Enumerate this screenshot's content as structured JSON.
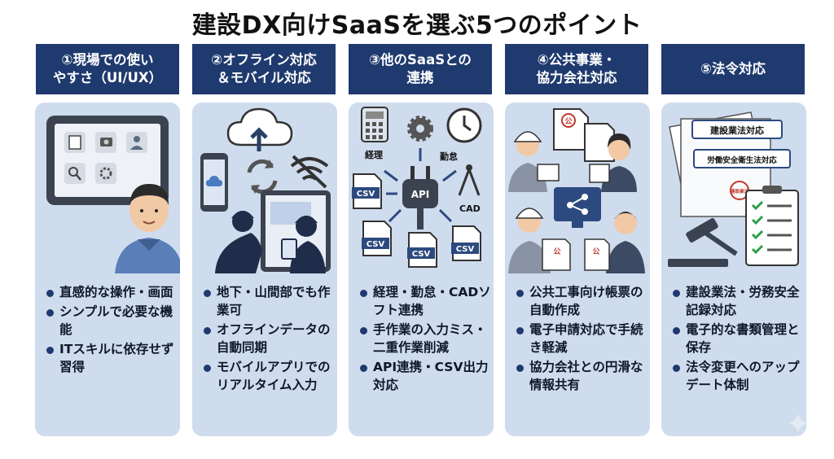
{
  "title": "建設DX向けSaaSを選ぶ5つのポイント",
  "columns": [
    {
      "header": "①現場での使い\nやすさ（UI/UX）",
      "bullets": [
        "直感的な操作・画面",
        "シンプルで必要な機能",
        "ITスキルに依存せず習得"
      ]
    },
    {
      "header": "②オフライン対応\n＆モバイル対応",
      "bullets": [
        "地下・山間部でも作業可",
        "オフラインデータの自動同期",
        "モバイルアプリでのリアルタイム入力"
      ]
    },
    {
      "header": "③他のSaaSとの\n連携",
      "bullets": [
        "経理・勤怠・CADソフト連携",
        "手作業の入力ミス・二重作業削減",
        "API連携・CSV出力対応"
      ],
      "illus_labels": {
        "keiri": "経理",
        "kintai": "勤怠",
        "cad": "CAD",
        "api": "API",
        "csv": "CSV"
      }
    },
    {
      "header": "④公共事業・\n協力会社対応",
      "bullets": [
        "公共工事向け帳票の自動作成",
        "電子申請対応で手続き軽減",
        "協力会社との円滑な情報共有"
      ],
      "illus_labels": {
        "stamp": "公"
      }
    },
    {
      "header": "⑤法令対応",
      "bullets": [
        "建設業法・労務安全記録対応",
        "電子的な書類管理と保存",
        "法令変更へのアップデート体制"
      ],
      "illus_labels": {
        "law1": "建設業法対応",
        "law2": "労働安全衛生法対応",
        "seal": "建設業法"
      }
    }
  ],
  "colors": {
    "header_bg": "#1f3a6e",
    "card_bg": "#cfdcee",
    "bullet": "#1f3a6e"
  },
  "icons": [
    "tablet-icon",
    "worker-icon",
    "cloud-upload-icon",
    "smartphone-icon",
    "sync-icon",
    "no-wifi-icon",
    "calculator-icon",
    "gear-icon",
    "clock-icon",
    "plug-icon",
    "compass-icon",
    "csv-file-icon",
    "document-icon",
    "network-icon",
    "gavel-icon",
    "checklist-icon"
  ]
}
